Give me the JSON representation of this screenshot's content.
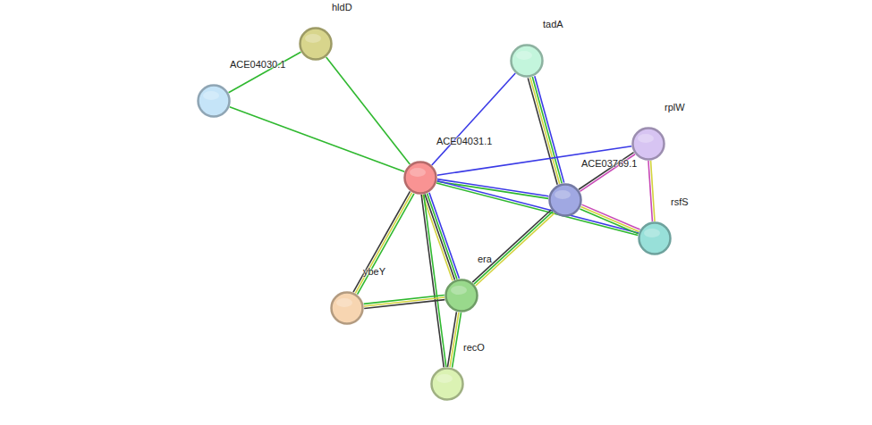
{
  "diagram": {
    "nodes": [
      {
        "text": [
          "hldD"
        ]
      },
      {
        "text": [
          "tadA"
        ]
      },
      {
        "text": [
          "ACE04030.1"
        ]
      },
      {
        "text": [
          "rplW"
        ]
      },
      {
        "text": [
          "ACE04031.1"
        ]
      },
      {
        "text": [
          "ACE03769.1"
        ]
      },
      {
        "text": [
          "rsfS"
        ]
      },
      {
        "text": [
          "era"
        ]
      },
      {
        "text": [
          "ybeY"
        ]
      },
      {
        "text": [
          "recO"
        ]
      }
    ],
    "edges": [
      {
        "from": 0,
        "to": 2,
        "arrow": "none"
      },
      {
        "from": 0,
        "to": 4,
        "arrow": "none"
      },
      {
        "from": 2,
        "to": 4,
        "arrow": "none"
      },
      {
        "from": 1,
        "to": 4,
        "arrow": "none"
      },
      {
        "from": 1,
        "to": 5,
        "arrow": "none"
      },
      {
        "from": 4,
        "to": 3,
        "arrow": "none"
      },
      {
        "from": 4,
        "to": 5,
        "arrow": "none"
      },
      {
        "from": 4,
        "to": 6,
        "arrow": "none"
      },
      {
        "from": 3,
        "to": 5,
        "arrow": "none"
      },
      {
        "from": 3,
        "to": 6,
        "arrow": "none"
      },
      {
        "from": 5,
        "to": 6,
        "arrow": "none"
      },
      {
        "from": 5,
        "to": 7,
        "arrow": "none"
      },
      {
        "from": 4,
        "to": 8,
        "arrow": "none"
      },
      {
        "from": 4,
        "to": 7,
        "arrow": "none"
      },
      {
        "from": 4,
        "to": 9,
        "arrow": "none"
      },
      {
        "from": 8,
        "to": 7,
        "arrow": "none"
      },
      {
        "from": 7,
        "to": 9,
        "arrow": "none"
      }
    ]
  }
}
